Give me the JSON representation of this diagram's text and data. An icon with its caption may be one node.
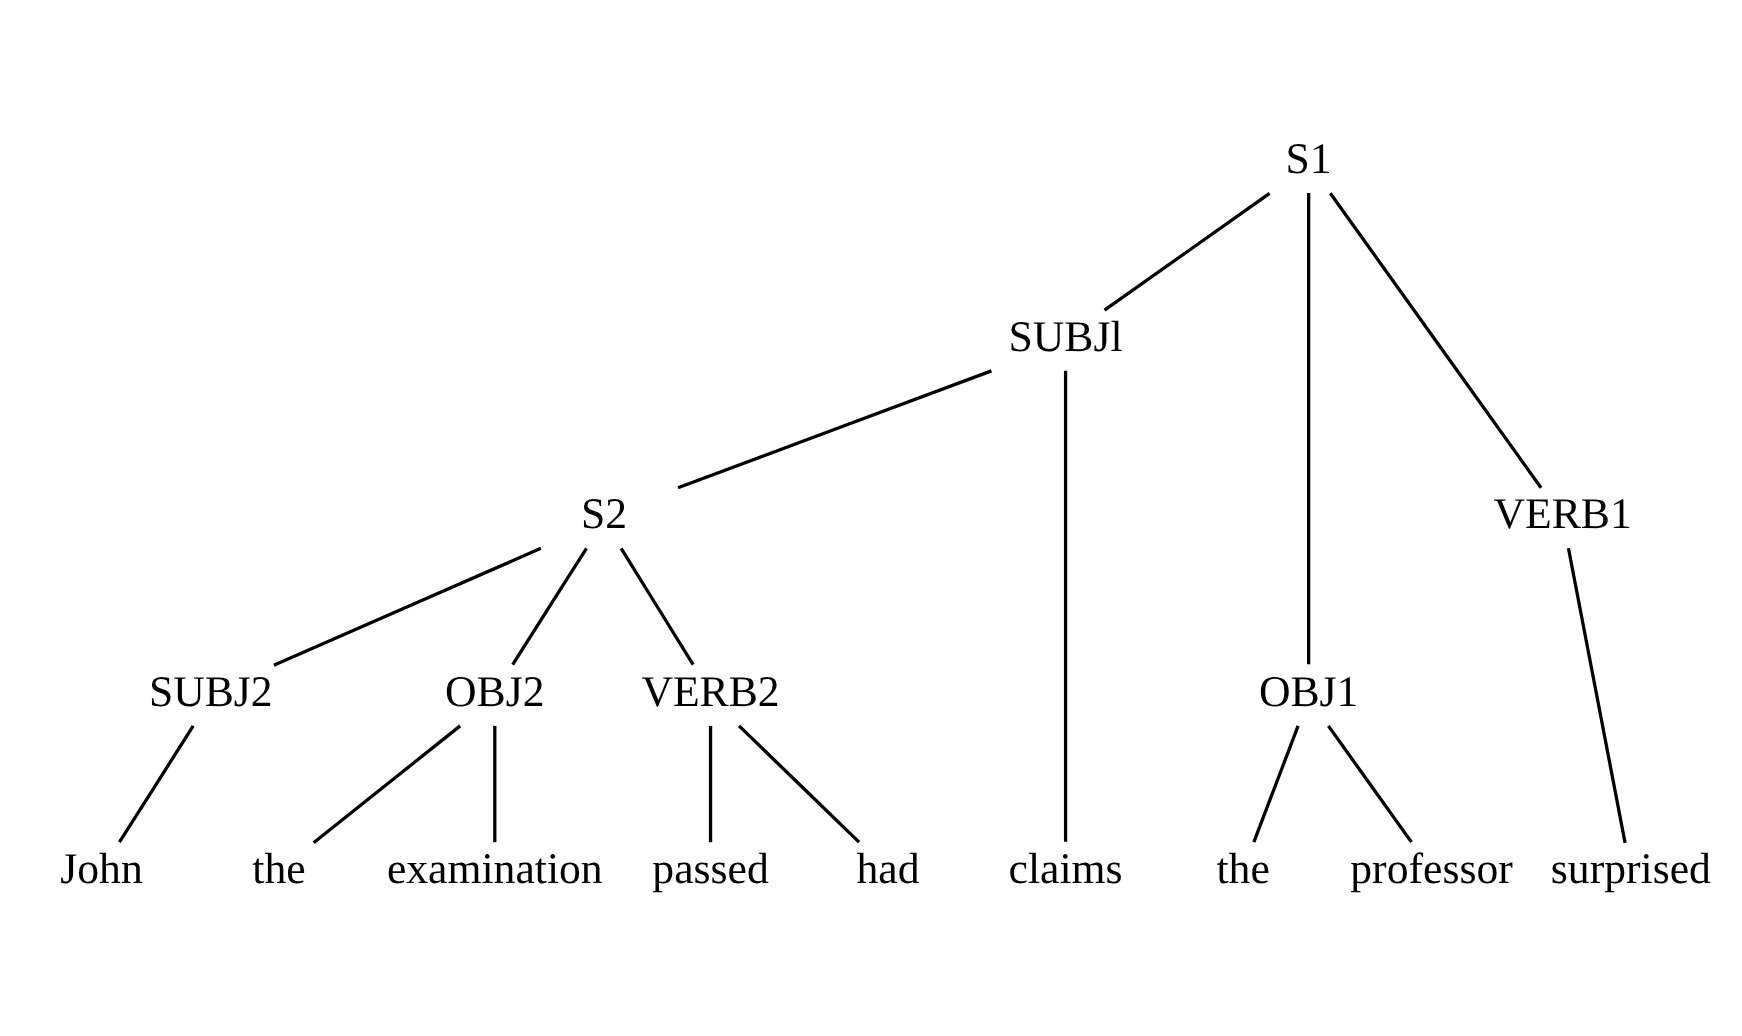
{
  "diagram": {
    "nodes": [
      {
        "text": [
          "S1"
        ]
      },
      {
        "text": [
          "SUBJl"
        ]
      },
      {
        "text": [
          "OBJ1"
        ]
      },
      {
        "text": [
          "VERB1"
        ]
      },
      {
        "text": [
          "S2"
        ]
      },
      {
        "text": [
          "SUBJ2"
        ]
      },
      {
        "text": [
          "OBJ2"
        ]
      },
      {
        "text": [
          "VERB2"
        ]
      },
      {
        "text": [
          "John"
        ]
      },
      {
        "text": [
          "the"
        ]
      },
      {
        "text": [
          "examination"
        ]
      },
      {
        "text": [
          "passed"
        ]
      },
      {
        "text": [
          "had"
        ]
      },
      {
        "text": [
          "claims"
        ]
      },
      {
        "text": [
          "the"
        ]
      },
      {
        "text": [
          "professor"
        ]
      },
      {
        "text": [
          "surprised"
        ]
      }
    ],
    "edges": [
      {
        "from": 0,
        "to": 1,
        "arrow": "none"
      },
      {
        "from": 0,
        "to": 2,
        "arrow": "none"
      },
      {
        "from": 0,
        "to": 3,
        "arrow": "none"
      },
      {
        "from": 1,
        "to": 4,
        "arrow": "none"
      },
      {
        "from": 1,
        "to": 13,
        "arrow": "none"
      },
      {
        "from": 2,
        "to": 14,
        "arrow": "none"
      },
      {
        "from": 2,
        "to": 15,
        "arrow": "none"
      },
      {
        "from": 3,
        "to": 16,
        "arrow": "none"
      },
      {
        "from": 4,
        "to": 5,
        "arrow": "none"
      },
      {
        "from": 4,
        "to": 6,
        "arrow": "none"
      },
      {
        "from": 4,
        "to": 7,
        "arrow": "none"
      },
      {
        "from": 5,
        "to": 8,
        "arrow": "none"
      },
      {
        "from": 6,
        "to": 9,
        "arrow": "none"
      },
      {
        "from": 6,
        "to": 10,
        "arrow": "none"
      },
      {
        "from": 7,
        "to": 11,
        "arrow": "none"
      },
      {
        "from": 7,
        "to": 12,
        "arrow": "none"
      }
    ]
  }
}
